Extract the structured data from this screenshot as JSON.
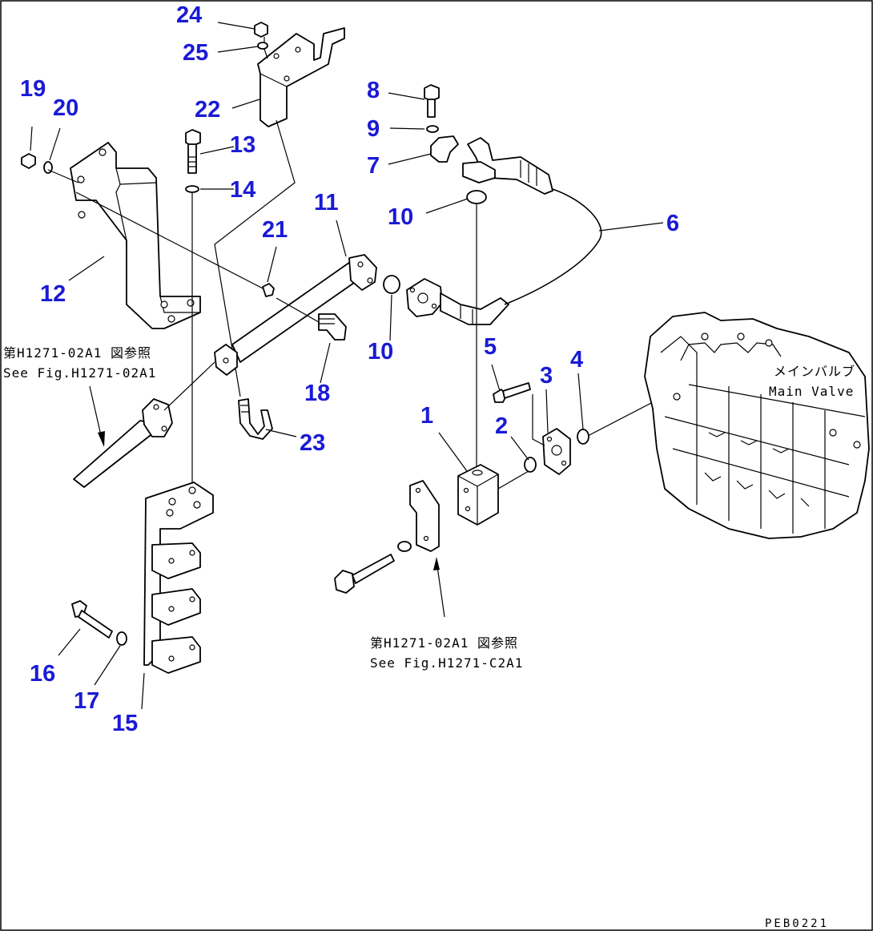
{
  "callouts": [
    "1",
    "2",
    "3",
    "4",
    "5",
    "6",
    "7",
    "8",
    "9",
    "10",
    "10",
    "11",
    "12",
    "13",
    "14",
    "15",
    "16",
    "17",
    "18",
    "19",
    "20",
    "21",
    "22",
    "23",
    "24",
    "25"
  ],
  "notes": {
    "ref_left_jp": "第H1271-02A1 図参照",
    "ref_left_en": "See Fig.H1271-02A1",
    "ref_bottom_jp": "第H1271-02A1 図参照",
    "ref_bottom_en": "See Fig.H1271-C2A1",
    "main_valve_jp": "メインバルブ",
    "main_valve_en": "Main Valve"
  },
  "drawing_code": "PEB0221"
}
